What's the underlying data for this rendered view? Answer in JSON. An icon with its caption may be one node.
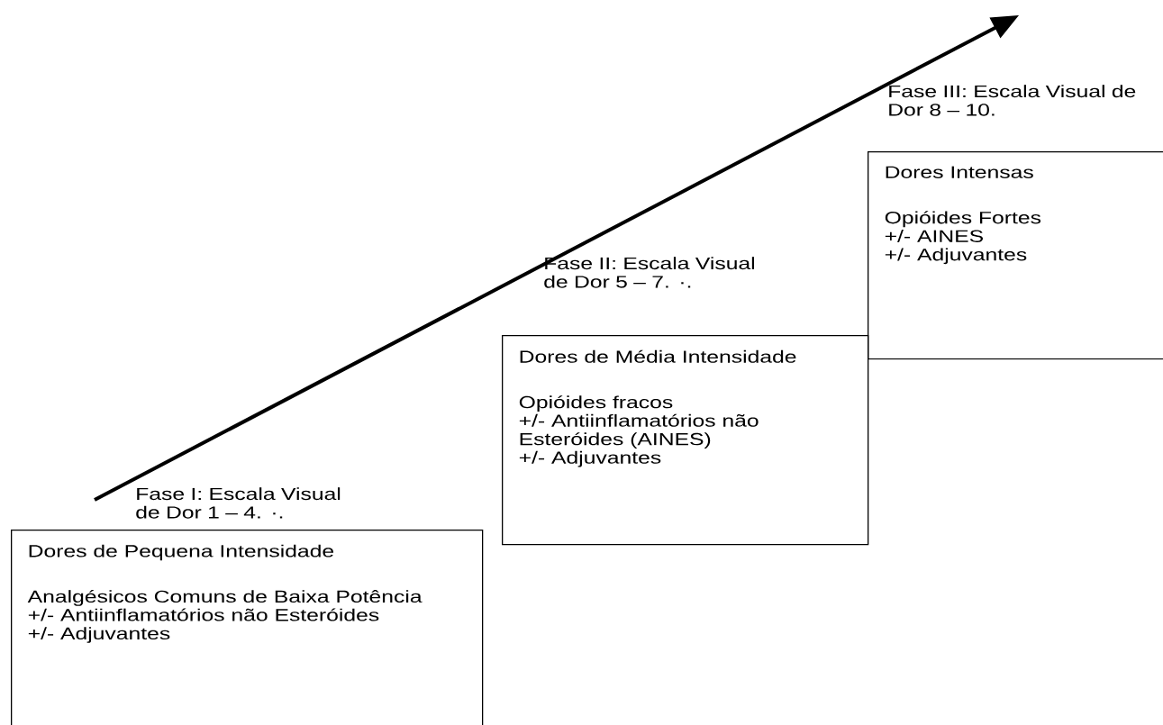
{
  "diagram": {
    "nodes": [
      {
        "text": [
          "Dores de Pequena Intensidade",
          "Analgésicos Comuns de Baixa Potência",
          "+/- Antiinflamatórios não Esteróides",
          "+/- Adjuvantes"
        ]
      },
      {
        "text": [
          "Dores de Média Intensidade",
          "Opióides fracos",
          "+/- Antiinflamatórios não Esteróides (AINES)",
          "+/- Adjuvantes"
        ]
      },
      {
        "text": [
          "Dores Intensas",
          "Opióides Fortes",
          "+/- AINES",
          "+/- Adjuvantes"
        ]
      }
    ],
    "labels": [
      "Fase III: Escala Visual de Dor 8 – 10.",
      "Fase II: Escala Visual de Dor 5 – 7. ·.",
      "Fase I: Escala Visual de Dor 1 – 4. ·."
    ]
  }
}
